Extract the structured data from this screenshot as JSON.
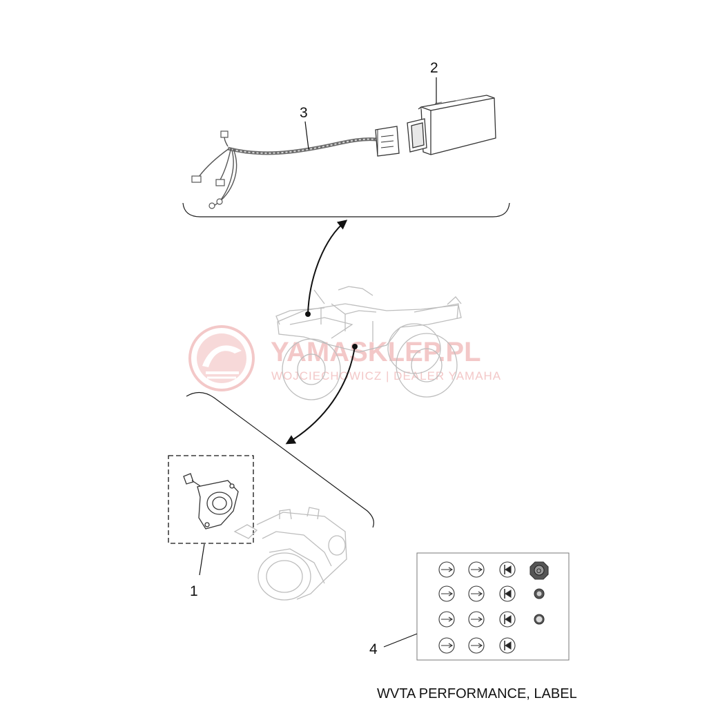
{
  "callouts": {
    "part_1": "1",
    "part_2": "2",
    "part_3": "3",
    "part_4": "4"
  },
  "caption": "WVTA PERFORMANCE, LABEL",
  "watermark": {
    "name": "YAMASKLEP.PL",
    "subtitle": "WOJCIECHOWICZ | DEALER YAMAHA",
    "color": "#f3c8c8"
  },
  "colors": {
    "line": "#1a1a1a",
    "drawing": "#555555",
    "faint_drawing": "#bdbdbd"
  }
}
